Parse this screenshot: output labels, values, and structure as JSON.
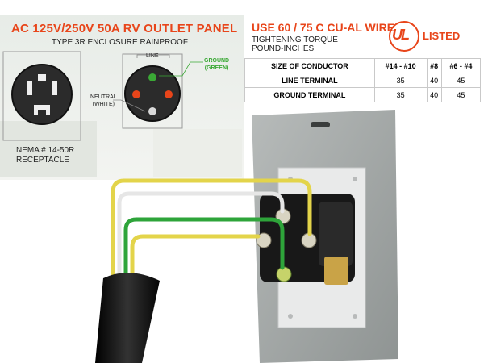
{
  "header": {
    "title": "AC 125V/250V 50A RV OUTLET PANEL",
    "subtitle": "TYPE 3R ENCLOSURE RAINPROOF"
  },
  "wire_spec": {
    "title": "USE 60 / 75 C CU-AL WIRE",
    "torque_line1": "TIGHTENING TORQUE",
    "torque_line2": "POUND-INCHES"
  },
  "certification": {
    "logo_text": "UL",
    "listed_label": "LISTED"
  },
  "diagram": {
    "line_label": "LINE",
    "ground_label_1": "GROUND",
    "ground_label_2": "(GREEN)",
    "neutral_label_1": "NEUTRAL",
    "neutral_label_2": "(WHITE)",
    "receptacle_label_1": "NEMA # 14-50R",
    "receptacle_label_2": "RECEPTACLE"
  },
  "torque_table": {
    "headers": [
      "SIZE OF CONDUCTOR",
      "#14 - #10",
      "#8",
      "#6 - #4"
    ],
    "rows": [
      {
        "label": "LINE TERMINAL",
        "values": [
          "35",
          "40",
          "45"
        ]
      },
      {
        "label": "GROUND TERMINAL",
        "values": [
          "35",
          "40",
          "45"
        ]
      }
    ]
  },
  "colors": {
    "accent": "#e8451a",
    "ground_green": "#3aa835",
    "wire_yellow": "#e3d44a",
    "wire_white": "#e6e6e6",
    "wire_green": "#2ea43a",
    "cable_black": "#141414",
    "panel_gray": "#a3a7a6"
  }
}
